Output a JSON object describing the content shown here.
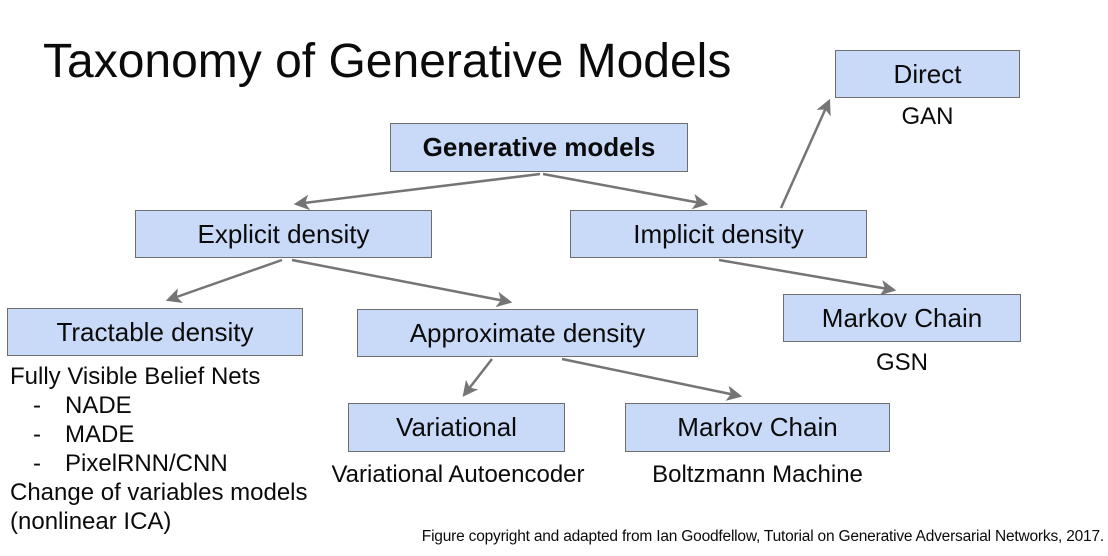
{
  "title": "Taxonomy of Generative Models",
  "colors": {
    "box_fill": "#c9daf8",
    "box_border": "#6e6e6e",
    "arrow": "#757575",
    "text": "#0b0b0b"
  },
  "nodes": {
    "generative": {
      "label": "Generative models"
    },
    "explicit": {
      "label": "Explicit density"
    },
    "implicit": {
      "label": "Implicit density"
    },
    "direct": {
      "label": "Direct"
    },
    "tractable": {
      "label": "Tractable density"
    },
    "approximate": {
      "label": "Approximate density"
    },
    "markov_gsn": {
      "label": "Markov Chain"
    },
    "variational": {
      "label": "Variational"
    },
    "markov_bm": {
      "label": "Markov Chain"
    }
  },
  "captions": {
    "gan": "GAN",
    "gsn": "GSN",
    "vae": "Variational Autoencoder",
    "boltzmann": "Boltzmann Machine"
  },
  "notes": {
    "heading": "Fully Visible Belief Nets",
    "bullet_char": "-",
    "items": [
      "NADE",
      "MADE",
      "PixelRNN/CNN"
    ],
    "trailing_lines": [
      "Change of variables models",
      "(nonlinear ICA)"
    ]
  },
  "footer": "Figure copyright and adapted from Ian Goodfellow, Tutorial on Generative Adversarial Networks, 2017."
}
